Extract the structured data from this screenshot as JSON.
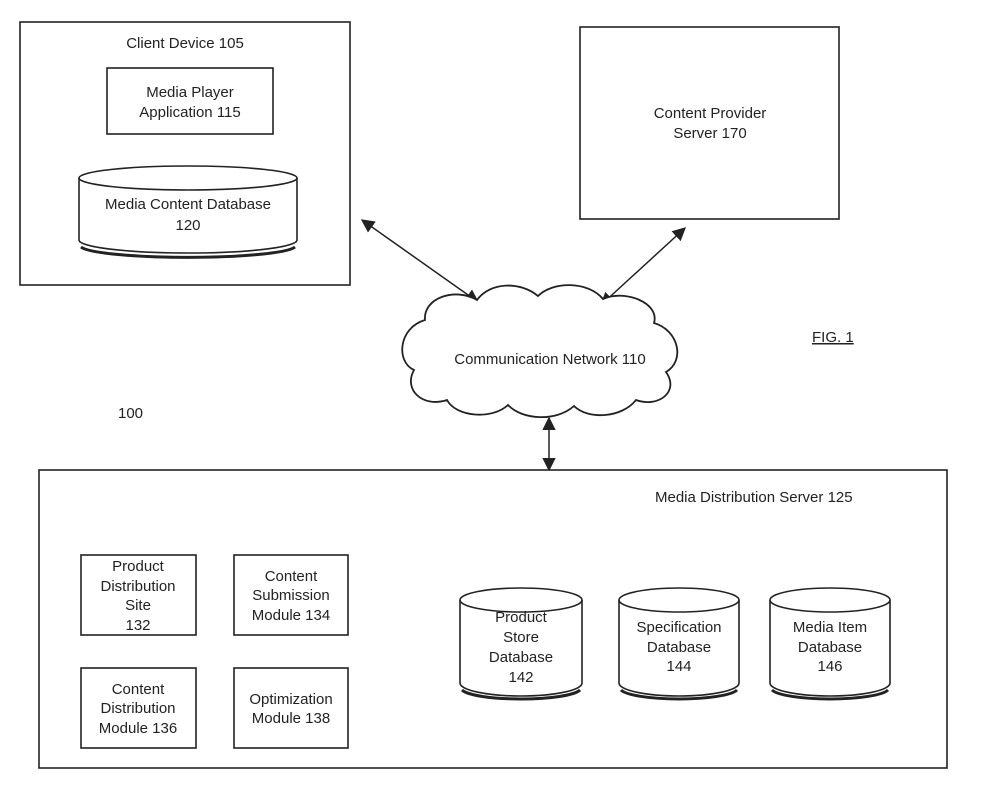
{
  "diagram": {
    "client_device": {
      "label": "Client Device 105"
    },
    "media_player": {
      "lines": [
        "Media Player",
        "Application 115"
      ]
    },
    "media_content_db": {
      "lines": [
        "Media Content Database",
        "120"
      ]
    },
    "content_provider": {
      "lines": [
        "Content Provider",
        "Server 170"
      ]
    },
    "network": {
      "label": "Communication Network 110"
    },
    "fig_label": "FIG. 1",
    "system_number": "100",
    "media_server": {
      "label": "Media Distribution Server 125"
    },
    "product_site": {
      "lines": [
        "Product",
        "Distribution",
        "Site",
        "132"
      ]
    },
    "submission_module": {
      "lines": [
        "Content",
        "Submission",
        "Module 134"
      ]
    },
    "distribution_module": {
      "lines": [
        "Content",
        "Distribution",
        "Module 136"
      ]
    },
    "optimization_module": {
      "lines": [
        "Optimization",
        "Module 138"
      ]
    },
    "product_store_db": {
      "lines": [
        "Product",
        "Store",
        "Database",
        "142"
      ]
    },
    "specification_db": {
      "lines": [
        "Specification",
        "Database",
        "144"
      ]
    },
    "media_item_db": {
      "lines": [
        "Media Item",
        "Database",
        "146"
      ]
    }
  }
}
